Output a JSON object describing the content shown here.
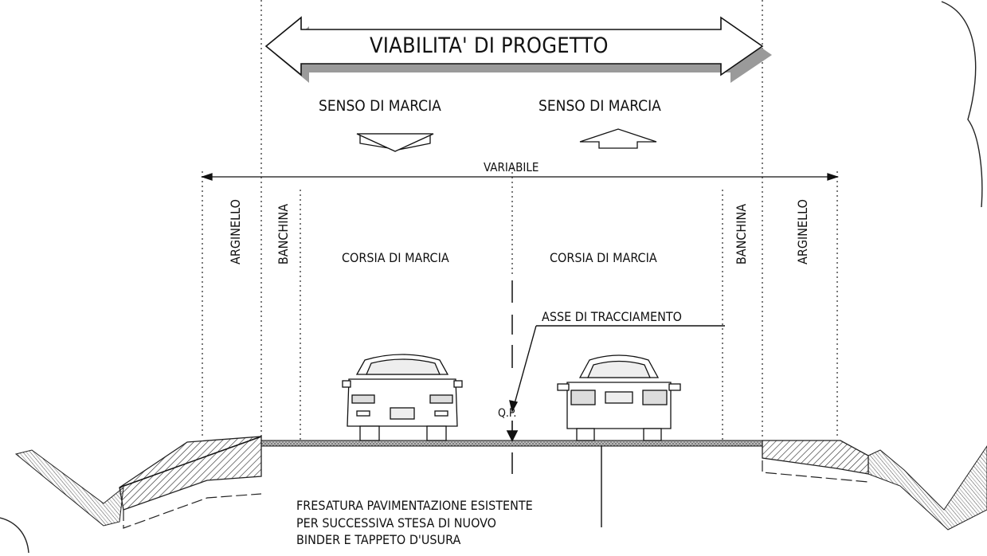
{
  "diagram": {
    "title": "VIABILITA' DI PROGETTO",
    "direction_left": "SENSO DI MARCIA",
    "direction_right": "SENSO DI MARCIA",
    "width_dimension": "VARIABILE",
    "left_embankment": "ARGINELLO",
    "left_shoulder": "BANCHINA",
    "left_lane": "CORSIA DI MARCIA",
    "right_lane": "CORSIA DI MARCIA",
    "right_shoulder": "BANCHINA",
    "right_embankment": "ARGINELLO",
    "axis_label": "ASSE DI TRACCIAMENTO",
    "elevation_mark": "Q.P.",
    "milling_note": "FRESATURA PAVIMENTAZIONE ESISTENTE\nPER SUCCESSIVA STESA DI NUOVO\nBINDER E TAPPETO D'USURA"
  },
  "colors": {
    "ink": "#111111",
    "arrow_shadow": "#9a9a9a",
    "hatch": "#555555"
  }
}
